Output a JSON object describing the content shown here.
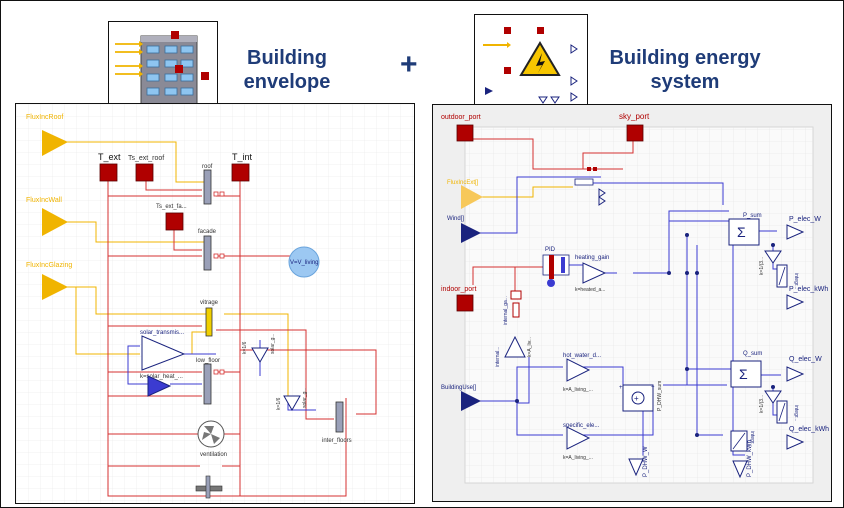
{
  "titles": {
    "envelope_line1": "Building",
    "envelope_line2": "envelope",
    "plus": "+",
    "system_line1": "Building energy",
    "system_line2": "system"
  },
  "colors": {
    "title": "#1f3c78",
    "block": "#1a237e",
    "port_red": "#b00000",
    "wire_red": "#d43030",
    "wire_yellow": "#f0b400",
    "heat_blue": "#3b3bd1"
  },
  "envelope": {
    "inputs": [
      "FluxIncRoof",
      "FluxIncWall",
      "FluxIncGlazing"
    ],
    "ports": [
      "T_ext",
      "Ts_ext_roof",
      "T_int",
      "Ts_ext_fa..."
    ],
    "components": [
      "roof",
      "facade",
      "vitrage",
      "low_floor",
      "inter_floors",
      "ventilation",
      "V=V_living"
    ],
    "gain_block": {
      "name": "solar_transmis...",
      "param": "k=solar_heat_..."
    },
    "small_labels": [
      "k=1/6",
      "k=1/6",
      "k=1/6",
      "solar_g...",
      "solar_g..."
    ]
  },
  "system": {
    "ports": [
      "outdoor_port",
      "sky_port",
      "indoor_port"
    ],
    "inputs": [
      "FluxIncExt[]",
      "Wind[]",
      "BuildingUse[]"
    ],
    "controls": [
      "PID",
      "heating_gain",
      "k=heated_a...",
      "internal_ga...",
      "k=A_liv...",
      "internal..."
    ],
    "blocks": [
      {
        "name": "hot_water_d...",
        "param": "k=A_living_..."
      },
      {
        "name": "specific_ele...",
        "param": "k=A_living_..."
      }
    ],
    "sums": [
      "P_sum",
      "Q_sum"
    ],
    "outputs": [
      "P_elec_W",
      "P_elec_kWh",
      "Q_elec_W",
      "Q_elec_kWh",
      "P_DHW_W",
      "P_DHW_kWh"
    ],
    "small_labels": [
      "k=1/(3...",
      "k=1/(3...",
      "integr...",
      "integr...",
      "integr...",
      "P_DHW_sum"
    ]
  }
}
